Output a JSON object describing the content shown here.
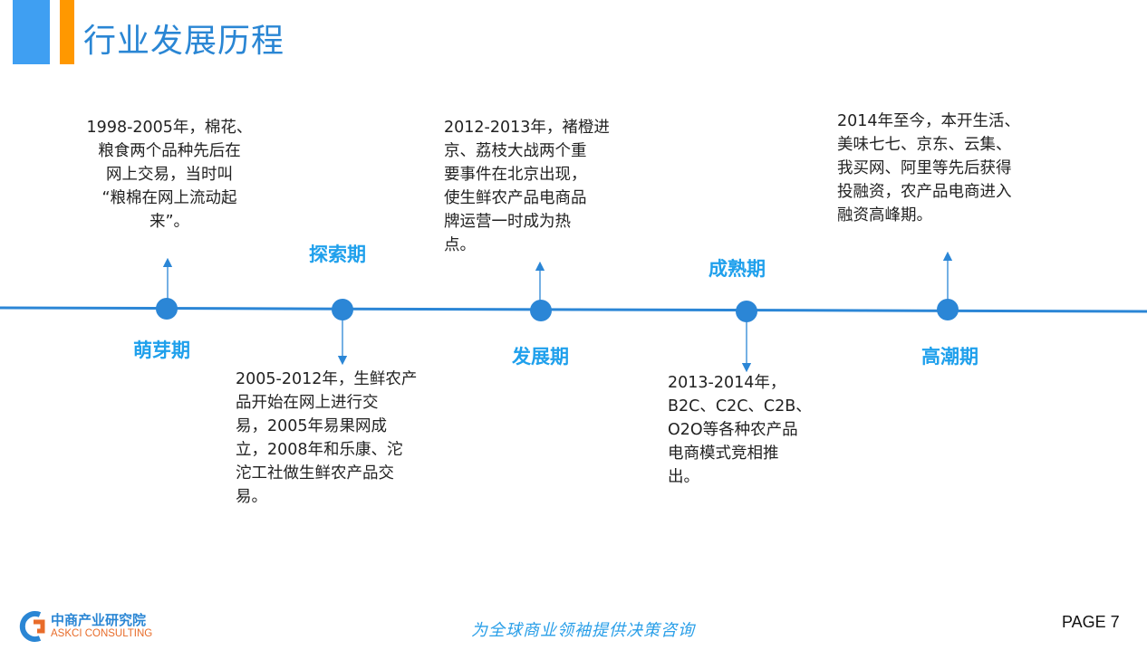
{
  "title": "行业发展历程",
  "colors": {
    "accent_blue": "#3f9ff2",
    "accent_orange": "#ff9800",
    "line": "#2b86d6",
    "stage": "#1fa0ec"
  },
  "stages": [
    "萌芽期",
    "探索期",
    "发展期",
    "成熟期",
    "高潮期"
  ],
  "events": [
    {
      "lines": [
        "1998-2005年，棉花、",
        "粮食两个品种先后在",
        "网上交易，当时叫",
        "“粮棉在网上流动起",
        "来”。"
      ]
    },
    {
      "lines": [
        "2005-2012年，生鲜农产",
        "品开始在网上进行交",
        "易，2005年易果网成",
        "立，2008年和乐康、沱",
        "沱工社做生鲜农产品交",
        "易。"
      ]
    },
    {
      "lines": [
        "2012-2013年，褚橙进",
        "京、荔枝大战两个重",
        "要事件在北京出现，",
        "使生鲜农产品电商品",
        "牌运营一时成为热",
        "点。"
      ]
    },
    {
      "lines": [
        "2013-2014年，",
        "B2C、C2C、C2B、",
        "O2O等各种农产品",
        "电商模式竞相推",
        "出。"
      ]
    },
    {
      "lines": [
        "2014年至今，本开生活、",
        "美味七七、京东、云集、",
        "我买网、阿里等先后获得",
        "投融资，农产品电商进入",
        "融资高峰期。"
      ]
    }
  ],
  "footer": {
    "logo_cn": "中商产业研究院",
    "logo_en": "ASKCI CONSULTING",
    "slogan": "为全球商业领袖提供决策咨询",
    "page": "PAGE  7"
  }
}
